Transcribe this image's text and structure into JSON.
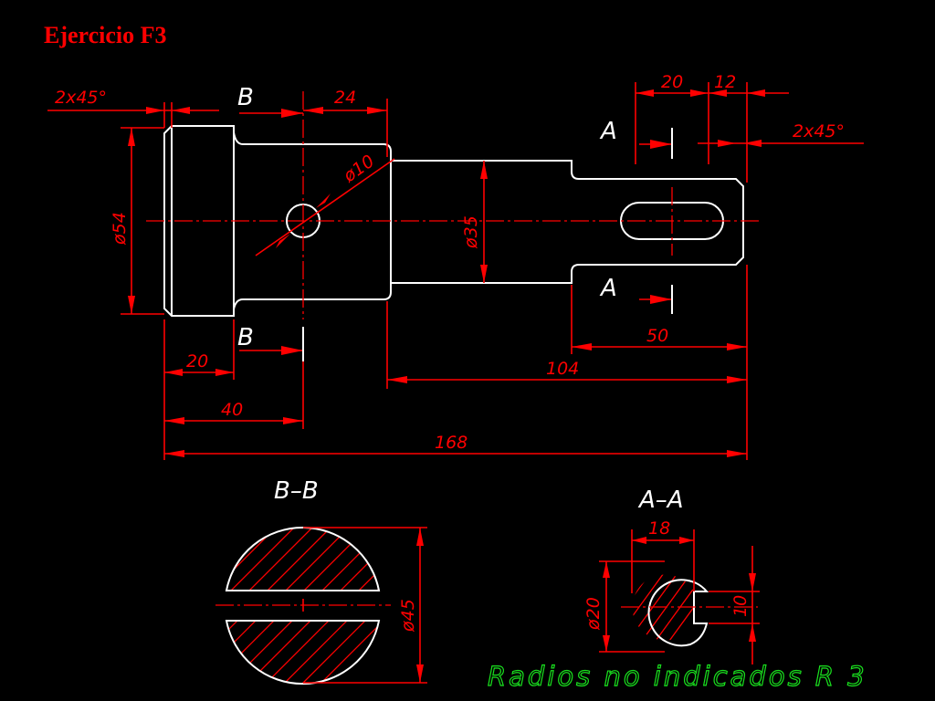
{
  "title": "Ejercicio F3",
  "labels": {
    "chamfer_left": "2x45°",
    "chamfer_right": "2x45°",
    "section_b_top": "B",
    "section_b_bottom": "B",
    "section_a_top": "A",
    "section_a_bottom": "A",
    "view_bb": "B–B",
    "view_aa": "A–A"
  },
  "dimensions": {
    "d24": "24",
    "d20_top": "20",
    "d12": "12",
    "dia54": "ø54",
    "dia10": "ø10",
    "dia35": "ø35",
    "d50": "50",
    "d104": "104",
    "d20_bottom": "20",
    "d40": "40",
    "d168": "168",
    "dia45": "ø45",
    "d18": "18",
    "dia20": "ø20",
    "d10": "10"
  },
  "note": "Radios no indicados R 3",
  "colors": {
    "background": "#000000",
    "geometry": "#ffffff",
    "dimension": "#ff0000",
    "note": "#19e01e"
  }
}
